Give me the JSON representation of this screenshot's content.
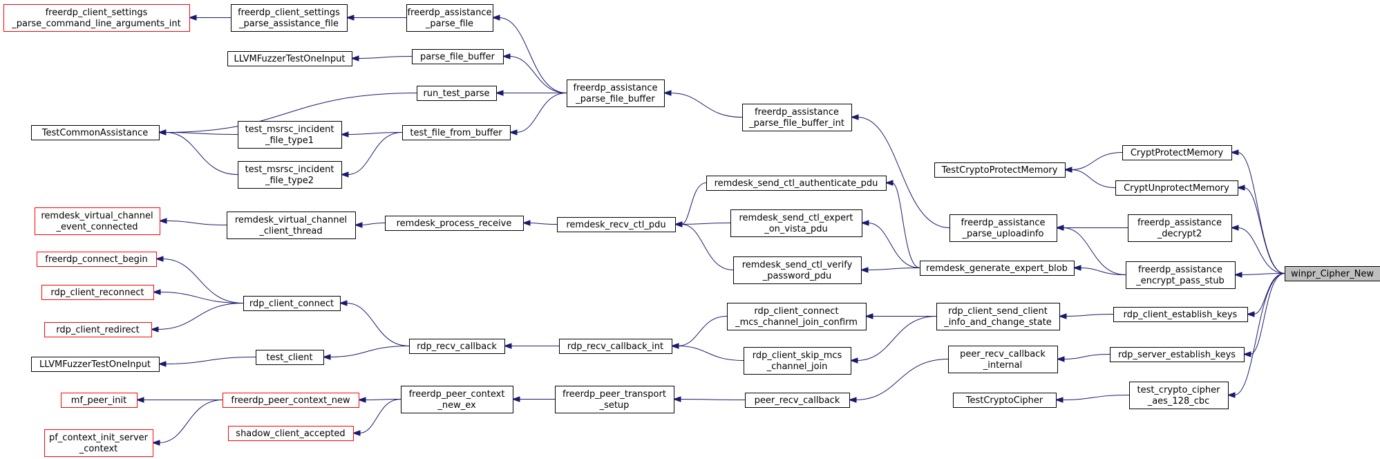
{
  "graph": {
    "nodes": [
      {
        "id": "fcs_parse_cli",
        "lines": [
          "freerdp_client_settings",
          "_parse_command_line_arguments_int"
        ],
        "style": "red"
      },
      {
        "id": "fcs_parse_assist",
        "lines": [
          "freerdp_client_settings",
          "_parse_assistance_file"
        ],
        "style": "normal"
      },
      {
        "id": "fa_parse_file",
        "lines": [
          "freerdp_assistance",
          "_parse_file"
        ],
        "style": "normal"
      },
      {
        "id": "llvm1",
        "lines": [
          "LLVMFuzzerTestOneInput"
        ],
        "style": "normal"
      },
      {
        "id": "parse_file_buffer",
        "lines": [
          "parse_file_buffer"
        ],
        "style": "normal"
      },
      {
        "id": "run_test_parse",
        "lines": [
          "run_test_parse"
        ],
        "style": "normal"
      },
      {
        "id": "fa_parse_file_buffer",
        "lines": [
          "freerdp_assistance",
          "_parse_file_buffer"
        ],
        "style": "normal"
      },
      {
        "id": "test_common",
        "lines": [
          "TestCommonAssistance"
        ],
        "style": "normal"
      },
      {
        "id": "tmi1",
        "lines": [
          "test_msrsc_incident",
          "_file_type1"
        ],
        "style": "normal"
      },
      {
        "id": "test_file_from_buffer",
        "lines": [
          "test_file_from_buffer"
        ],
        "style": "normal"
      },
      {
        "id": "tmi2",
        "lines": [
          "test_msrsc_incident",
          "_file_type2"
        ],
        "style": "normal"
      },
      {
        "id": "fa_parse_file_buffer_int",
        "lines": [
          "freerdp_assistance",
          "_parse_file_buffer_int"
        ],
        "style": "normal"
      },
      {
        "id": "test_crypto_protect",
        "lines": [
          "TestCryptoProtectMemory"
        ],
        "style": "normal"
      },
      {
        "id": "crypt_protect",
        "lines": [
          "CryptProtectMemory"
        ],
        "style": "normal"
      },
      {
        "id": "crypt_unprotect",
        "lines": [
          "CryptUnprotectMemory"
        ],
        "style": "normal"
      },
      {
        "id": "rsca_pdu",
        "lines": [
          "remdesk_send_ctl_authenticate_pdu"
        ],
        "style": "normal"
      },
      {
        "id": "rvce_connected",
        "lines": [
          "remdesk_virtual_channel",
          "_event_connected"
        ],
        "style": "red"
      },
      {
        "id": "rvc_client_thread",
        "lines": [
          "remdesk_virtual_channel",
          "_client_thread"
        ],
        "style": "normal"
      },
      {
        "id": "remdesk_process_receive",
        "lines": [
          "remdesk_process_receive"
        ],
        "style": "normal"
      },
      {
        "id": "remdesk_recv_ctl_pdu",
        "lines": [
          "remdesk_recv_ctl_pdu"
        ],
        "style": "normal"
      },
      {
        "id": "rsce_vista",
        "lines": [
          "remdesk_send_ctl_expert",
          "_on_vista_pdu"
        ],
        "style": "normal"
      },
      {
        "id": "fa_parse_uploadinfo",
        "lines": [
          "freerdp_assistance",
          "_parse_uploadinfo"
        ],
        "style": "normal"
      },
      {
        "id": "fa_decrypt2",
        "lines": [
          "freerdp_assistance",
          "_decrypt2"
        ],
        "style": "normal"
      },
      {
        "id": "rscv_password",
        "lines": [
          "remdesk_send_ctl_verify",
          "_password_pdu"
        ],
        "style": "normal"
      },
      {
        "id": "remdesk_generate",
        "lines": [
          "remdesk_generate_expert_blob"
        ],
        "style": "normal"
      },
      {
        "id": "fa_encrypt_pass",
        "lines": [
          "freerdp_assistance",
          "_encrypt_pass_stub"
        ],
        "style": "normal"
      },
      {
        "id": "winpr_cipher_new",
        "lines": [
          "winpr_Cipher_New"
        ],
        "style": "gray"
      },
      {
        "id": "freerdp_connect_begin",
        "lines": [
          "freerdp_connect_begin"
        ],
        "style": "red"
      },
      {
        "id": "rdp_client_reconnect",
        "lines": [
          "rdp_client_reconnect"
        ],
        "style": "red"
      },
      {
        "id": "rdp_client_connect",
        "lines": [
          "rdp_client_connect"
        ],
        "style": "normal"
      },
      {
        "id": "rdp_client_redirect",
        "lines": [
          "rdp_client_redirect"
        ],
        "style": "red"
      },
      {
        "id": "rccm_join_confirm",
        "lines": [
          "rdp_client_connect",
          "_mcs_channel_join_confirm"
        ],
        "style": "normal"
      },
      {
        "id": "rcsc_info",
        "lines": [
          "rdp_client_send_client",
          "_info_and_change_state"
        ],
        "style": "normal"
      },
      {
        "id": "rdp_client_establish_keys",
        "lines": [
          "rdp_client_establish_keys"
        ],
        "style": "normal"
      },
      {
        "id": "rdp_recv_callback",
        "lines": [
          "rdp_recv_callback"
        ],
        "style": "normal"
      },
      {
        "id": "rdp_recv_callback_int",
        "lines": [
          "rdp_recv_callback_int"
        ],
        "style": "normal"
      },
      {
        "id": "llvm2",
        "lines": [
          "LLVMFuzzerTestOneInput"
        ],
        "style": "normal"
      },
      {
        "id": "test_client",
        "lines": [
          "test_client"
        ],
        "style": "normal"
      },
      {
        "id": "rcs_mcs_join",
        "lines": [
          "rdp_client_skip_mcs",
          "_channel_join"
        ],
        "style": "normal"
      },
      {
        "id": "peer_recv_cb_internal",
        "lines": [
          "peer_recv_callback",
          "_internal"
        ],
        "style": "normal"
      },
      {
        "id": "rdp_server_establish_keys",
        "lines": [
          "rdp_server_establish_keys"
        ],
        "style": "normal"
      },
      {
        "id": "fpc_new_ex",
        "lines": [
          "freerdp_peer_context",
          "_new_ex"
        ],
        "style": "normal"
      },
      {
        "id": "fpt_setup",
        "lines": [
          "freerdp_peer_transport",
          "_setup"
        ],
        "style": "normal"
      },
      {
        "id": "mf_peer_init",
        "lines": [
          "mf_peer_init"
        ],
        "style": "red"
      },
      {
        "id": "fpc_new",
        "lines": [
          "freerdp_peer_context_new"
        ],
        "style": "red"
      },
      {
        "id": "peer_recv_callback",
        "lines": [
          "peer_recv_callback"
        ],
        "style": "normal"
      },
      {
        "id": "test_crypto_cipher",
        "lines": [
          "TestCryptoCipher"
        ],
        "style": "normal"
      },
      {
        "id": "tcc_aes",
        "lines": [
          "test_crypto_cipher",
          "_aes_128_cbc"
        ],
        "style": "normal"
      },
      {
        "id": "pf_context_init",
        "lines": [
          "pf_context_init_server",
          "_context"
        ],
        "style": "red"
      },
      {
        "id": "shadow_client_accepted",
        "lines": [
          "shadow_client_accepted"
        ],
        "style": "red"
      }
    ],
    "edges": [
      {
        "from": "fcs_parse_cli",
        "to": "fcs_parse_assist"
      },
      {
        "from": "fcs_parse_assist",
        "to": "fa_parse_file"
      },
      {
        "from": "fa_parse_file",
        "to": "fa_parse_file_buffer"
      },
      {
        "from": "llvm1",
        "to": "parse_file_buffer"
      },
      {
        "from": "parse_file_buffer",
        "to": "fa_parse_file_buffer"
      },
      {
        "from": "run_test_parse",
        "to": "fa_parse_file_buffer"
      },
      {
        "from": "test_file_from_buffer",
        "to": "fa_parse_file_buffer"
      },
      {
        "from": "test_common",
        "to": "run_test_parse"
      },
      {
        "from": "test_common",
        "to": "tmi1"
      },
      {
        "from": "test_common",
        "to": "tmi2"
      },
      {
        "from": "tmi1",
        "to": "test_file_from_buffer"
      },
      {
        "from": "tmi2",
        "to": "test_file_from_buffer"
      },
      {
        "from": "fa_parse_file_buffer",
        "to": "fa_parse_file_buffer_int"
      },
      {
        "from": "fa_parse_file_buffer_int",
        "to": "fa_parse_uploadinfo"
      },
      {
        "from": "test_crypto_protect",
        "to": "crypt_protect"
      },
      {
        "from": "test_crypto_protect",
        "to": "crypt_unprotect"
      },
      {
        "from": "crypt_protect",
        "to": "winpr_cipher_new"
      },
      {
        "from": "crypt_unprotect",
        "to": "winpr_cipher_new"
      },
      {
        "from": "rvce_connected",
        "to": "rvc_client_thread"
      },
      {
        "from": "rvc_client_thread",
        "to": "remdesk_process_receive"
      },
      {
        "from": "remdesk_process_receive",
        "to": "remdesk_recv_ctl_pdu"
      },
      {
        "from": "remdesk_recv_ctl_pdu",
        "to": "rsca_pdu"
      },
      {
        "from": "remdesk_recv_ctl_pdu",
        "to": "rsce_vista"
      },
      {
        "from": "remdesk_recv_ctl_pdu",
        "to": "rscv_password"
      },
      {
        "from": "rsca_pdu",
        "to": "remdesk_generate"
      },
      {
        "from": "rsce_vista",
        "to": "remdesk_generate"
      },
      {
        "from": "rscv_password",
        "to": "remdesk_generate"
      },
      {
        "from": "remdesk_generate",
        "to": "fa_encrypt_pass"
      },
      {
        "from": "fa_parse_uploadinfo",
        "to": "fa_decrypt2"
      },
      {
        "from": "fa_parse_uploadinfo",
        "to": "fa_encrypt_pass"
      },
      {
        "from": "fa_decrypt2",
        "to": "winpr_cipher_new"
      },
      {
        "from": "fa_encrypt_pass",
        "to": "winpr_cipher_new"
      },
      {
        "from": "freerdp_connect_begin",
        "to": "rdp_client_connect"
      },
      {
        "from": "rdp_client_reconnect",
        "to": "rdp_client_connect"
      },
      {
        "from": "rdp_client_redirect",
        "to": "rdp_client_connect"
      },
      {
        "from": "rdp_client_connect",
        "to": "rdp_recv_callback"
      },
      {
        "from": "llvm2",
        "to": "test_client"
      },
      {
        "from": "test_client",
        "to": "rdp_recv_callback"
      },
      {
        "from": "rdp_recv_callback",
        "to": "rdp_recv_callback_int"
      },
      {
        "from": "rdp_recv_callback_int",
        "to": "rccm_join_confirm"
      },
      {
        "from": "rdp_recv_callback_int",
        "to": "rcs_mcs_join"
      },
      {
        "from": "rccm_join_confirm",
        "to": "rcsc_info"
      },
      {
        "from": "rcs_mcs_join",
        "to": "rcsc_info"
      },
      {
        "from": "rcsc_info",
        "to": "rdp_client_establish_keys"
      },
      {
        "from": "rdp_client_establish_keys",
        "to": "winpr_cipher_new"
      },
      {
        "from": "mf_peer_init",
        "to": "fpc_new"
      },
      {
        "from": "pf_context_init",
        "to": "fpc_new"
      },
      {
        "from": "fpc_new",
        "to": "fpc_new_ex"
      },
      {
        "from": "shadow_client_accepted",
        "to": "fpc_new_ex"
      },
      {
        "from": "fpc_new_ex",
        "to": "fpt_setup"
      },
      {
        "from": "fpt_setup",
        "to": "peer_recv_callback"
      },
      {
        "from": "peer_recv_callback",
        "to": "peer_recv_cb_internal"
      },
      {
        "from": "peer_recv_cb_internal",
        "to": "rdp_server_establish_keys"
      },
      {
        "from": "rdp_server_establish_keys",
        "to": "winpr_cipher_new"
      },
      {
        "from": "test_crypto_cipher",
        "to": "tcc_aes"
      },
      {
        "from": "tcc_aes",
        "to": "winpr_cipher_new"
      }
    ]
  },
  "colors": {
    "edge": "#191970",
    "red_border": "#ff0000",
    "normal_border": "#000000",
    "highlight_fill": "#bfbfbf"
  }
}
